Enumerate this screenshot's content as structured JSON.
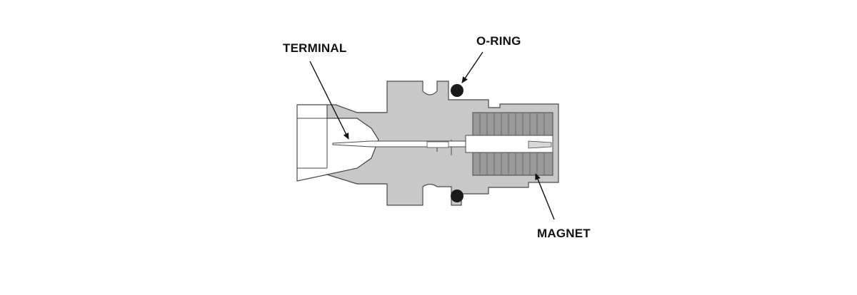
{
  "labels": {
    "terminal": "TERMINAL",
    "o_ring": "O-RING",
    "magnet": "MAGNET"
  },
  "colors": {
    "body_fill": "#c8c8c8",
    "magnet_fill": "#9a9a9a",
    "outline": "#4a4a4a",
    "o_ring": "#1a1a1a",
    "leader": "#111111"
  }
}
